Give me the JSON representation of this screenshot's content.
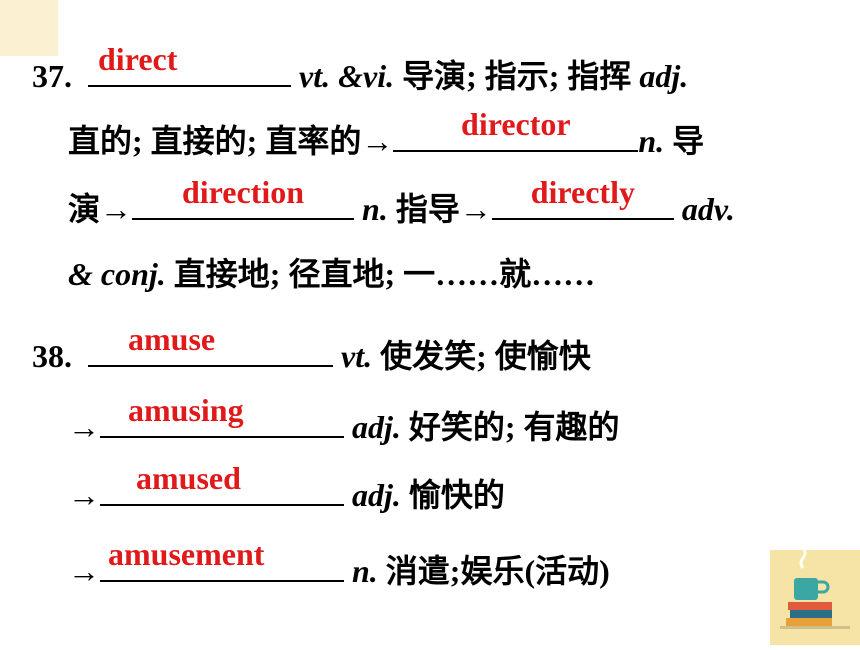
{
  "colors": {
    "answer": "#e0191b",
    "corner_accent": "#f6e3a6"
  },
  "decor_icon": "coffee-books-icon",
  "entries": [
    {
      "number": "37.",
      "pos1": "vt. &vi.",
      "def1": "导演; 指示; 指挥",
      "pos2": "adj.",
      "def2": "直的; 直接的; 直率的→",
      "pos3": "n.",
      "def3a": "导",
      "def3b": "演→",
      "pos4": "n.",
      "def4": "指导→",
      "pos5": "adv.",
      "pos6": "& conj.",
      "def5": "直接地; 径直地; 一……就……",
      "answers": [
        "direct",
        "director",
        "direction",
        "directly"
      ]
    },
    {
      "number": "38.",
      "pos1": "vt.",
      "def1": "使发笑; 使愉快",
      "arrow": "→",
      "pos2": "adj.",
      "def2": "好笑的; 有趣的",
      "pos3": "adj.",
      "def3": "愉快的",
      "pos4": "n.",
      "def4": "消遣;娱乐(活动)",
      "answers": [
        "amuse",
        "amusing",
        "amused",
        "amusement"
      ]
    }
  ]
}
